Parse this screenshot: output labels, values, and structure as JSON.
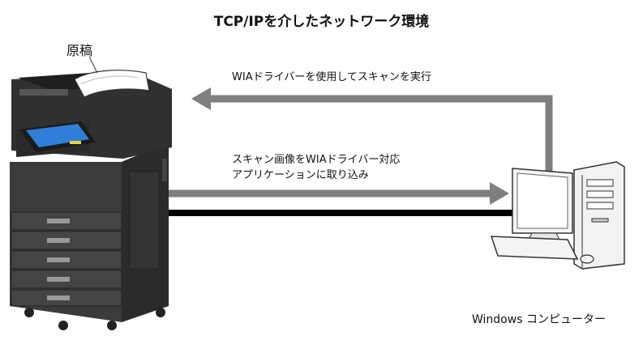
{
  "diagram": {
    "title": "TCP/IPを介したネットワーク環境",
    "original_label": "原稿",
    "arrow_scan_label": "WIAドライバーを使用してスキャンを実行",
    "arrow_import_label_line1": "スキャン画像をWIAドライバー対応",
    "arrow_import_label_line2": "アプリケーションに取り込み",
    "computer_label": "Windows コンピューター"
  },
  "colors": {
    "arrow": "#7f7f7f",
    "network_line": "#000000",
    "mfp_body": "#3a3a3a",
    "mfp_dark": "#262626",
    "panel_screen": "#2f7fd8",
    "pc_casing": "#f2f2f2"
  }
}
